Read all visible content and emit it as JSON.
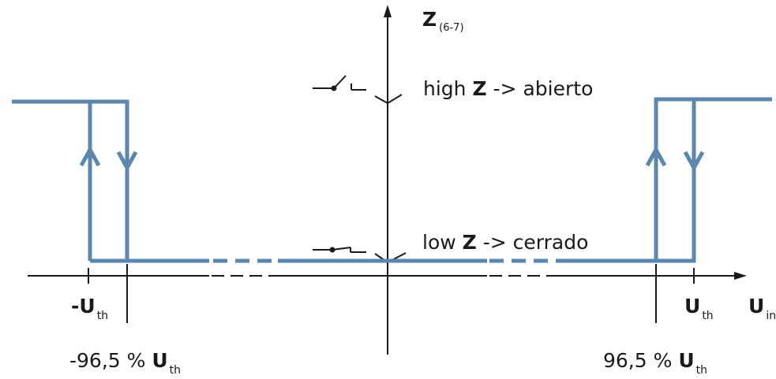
{
  "z_axis": {
    "label": "Z",
    "subscript": "(6-7)"
  },
  "x_axis": {
    "label": "U",
    "subscript": "in"
  },
  "high_state": {
    "prefix": "high",
    "symbol": "Z",
    "suffix": "-> abierto"
  },
  "low_state": {
    "prefix": "low",
    "symbol": "Z",
    "suffix": "-> cerrado"
  },
  "neg_threshold": {
    "label": "-U",
    "subscript": "th"
  },
  "pos_threshold": {
    "label": "U",
    "subscript": "th"
  },
  "neg_percent": {
    "value": "-96,5 %",
    "symbol": "U",
    "subscript": "th"
  },
  "pos_percent": {
    "value": "96,5 %",
    "symbol": "U",
    "subscript": "th"
  },
  "colors": {
    "curve": "#5b86ad",
    "axis": "#1a1a1a"
  }
}
